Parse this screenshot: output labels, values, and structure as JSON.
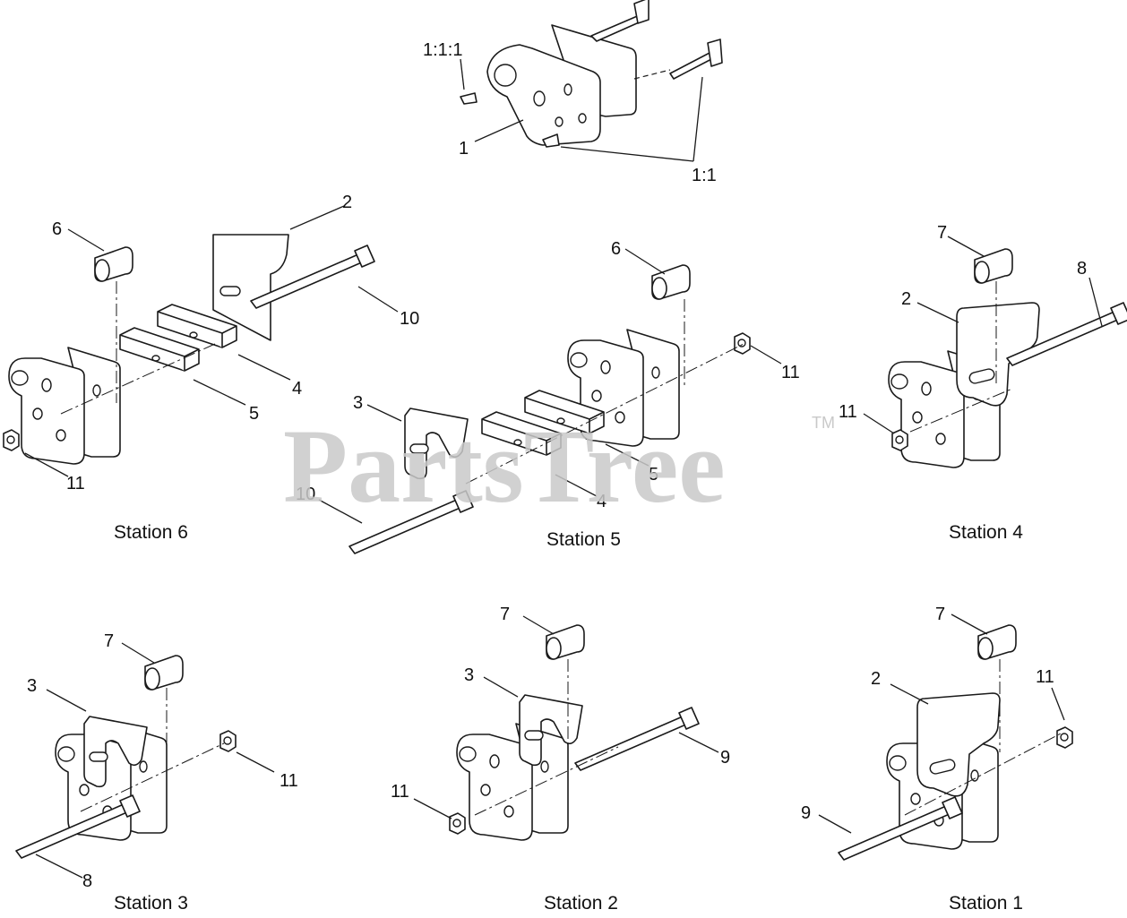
{
  "watermark": {
    "text": "PartsTree",
    "trademark": "TM"
  },
  "top_assembly": {
    "callouts": [
      "1:1:1",
      "1",
      "1:1"
    ]
  },
  "stations": [
    {
      "id": "station6",
      "label": "Station 6",
      "callouts": [
        "6",
        "2",
        "10",
        "4",
        "5",
        "11"
      ]
    },
    {
      "id": "station5",
      "label": "Station 5",
      "callouts": [
        "6",
        "3",
        "11",
        "5",
        "4",
        "10"
      ]
    },
    {
      "id": "station4",
      "label": "Station 4",
      "callouts": [
        "7",
        "8",
        "2",
        "11"
      ]
    },
    {
      "id": "station3",
      "label": "Station 3",
      "callouts": [
        "7",
        "3",
        "11",
        "8"
      ]
    },
    {
      "id": "station2",
      "label": "Station 2",
      "callouts": [
        "7",
        "3",
        "9",
        "11"
      ]
    },
    {
      "id": "station1",
      "label": "Station 1",
      "callouts": [
        "7",
        "2",
        "11",
        "9"
      ]
    }
  ]
}
